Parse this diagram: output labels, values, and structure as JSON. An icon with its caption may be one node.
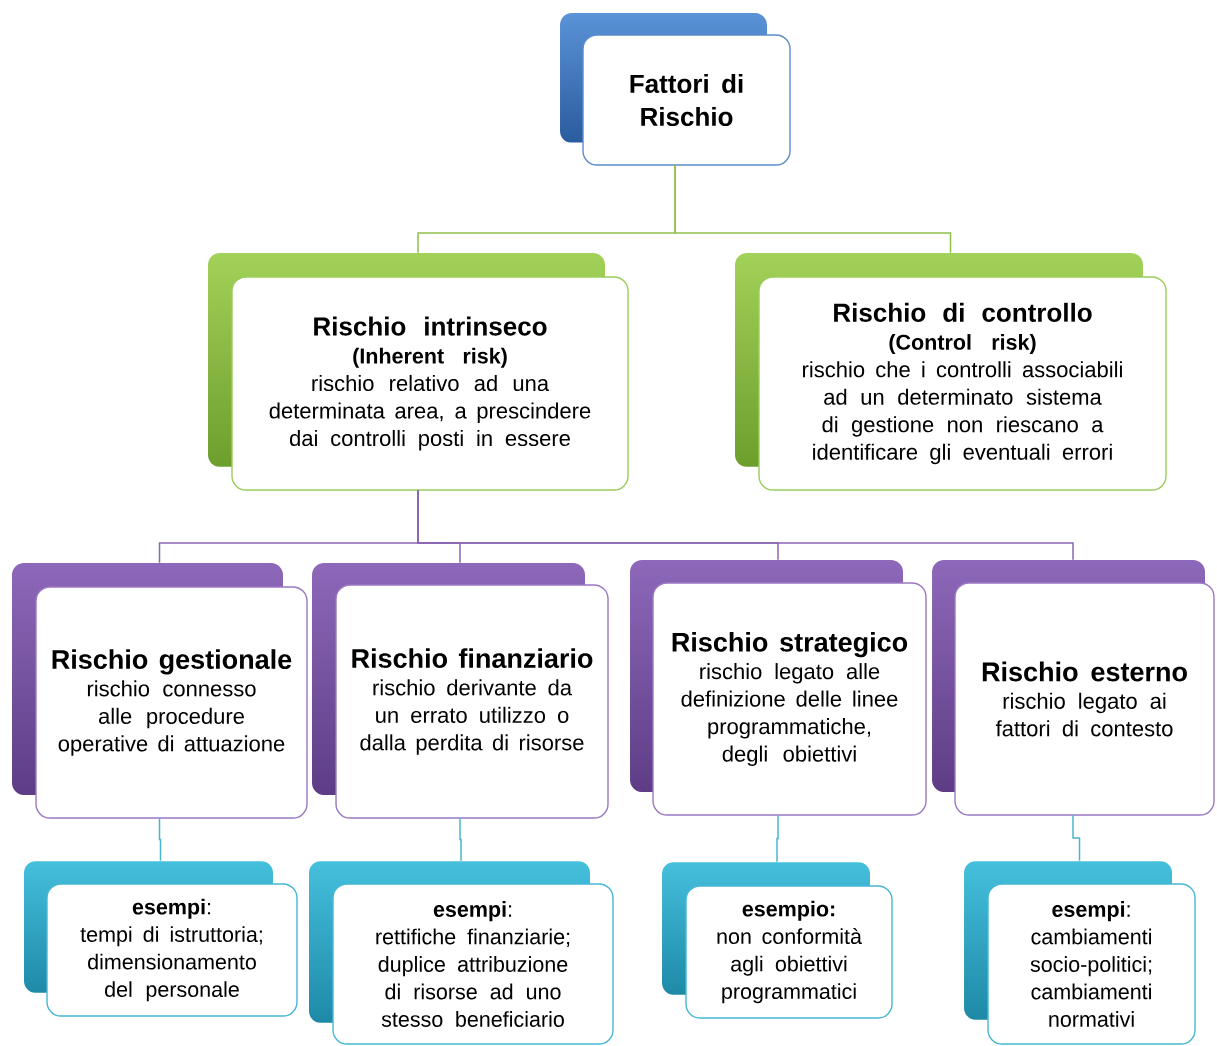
{
  "diagram": {
    "nodes": [
      {
        "text": [
          "Fattori di Rischio"
        ]
      },
      {
        "text": [
          "Rischio intrinseco",
          "(Inherent risk)",
          "rischio relativo ad una determinata area, a prescindere dai controlli posti in essere"
        ]
      },
      {
        "text": [
          "Rischio di controllo",
          "(Control risk)",
          "rischio che i controlli associabili ad un determinato sistema di gestione non riescano a identificare gli eventuali errori"
        ]
      },
      {
        "text": [
          "Rischio gestionale",
          "rischio connesso alle procedure operative di attuazione"
        ]
      },
      {
        "text": [
          "Rischio finanziario",
          "rischio derivante da un errato utilizzo o dalla perdita di risorse"
        ]
      },
      {
        "text": [
          "Rischio strategico",
          "rischio legato alle definizione delle linee programmatiche, degli obiettivi"
        ]
      },
      {
        "text": [
          "Rischio esterno",
          "rischio legato ai fattori di contesto"
        ]
      },
      {
        "text": [
          "**esempi**:",
          "tempi di istruttoria; dimensionamento del personale"
        ]
      },
      {
        "text": [
          "**esempi**:",
          "rettifiche finanziarie; duplice attribuzione di risorse ad uno stesso beneficiario"
        ]
      },
      {
        "text": [
          "**esempio:**",
          "non conformità agli obiettivi programmatici"
        ]
      },
      {
        "text": [
          "**esempi**:",
          "cambiamenti socio-politici; cambiamenti normativi"
        ]
      }
    ],
    "edges": [
      {
        "from": 0,
        "to": 1,
        "arrow": "none",
        "color": "#8fc04a"
      },
      {
        "from": 0,
        "to": 2,
        "arrow": "none",
        "color": "#8fc04a"
      },
      {
        "from": 1,
        "to": 3,
        "arrow": "none",
        "color": "#8a66b4"
      },
      {
        "from": 1,
        "to": 4,
        "arrow": "none",
        "color": "#8a66b4"
      },
      {
        "from": 1,
        "to": 5,
        "arrow": "none",
        "color": "#8a66b4"
      },
      {
        "from": 1,
        "to": 6,
        "arrow": "none",
        "color": "#8a66b4"
      },
      {
        "from": 3,
        "to": 7,
        "arrow": "none",
        "color": "#4ab5d0"
      },
      {
        "from": 4,
        "to": 8,
        "arrow": "none",
        "color": "#4ab5d0"
      },
      {
        "from": 5,
        "to": 9,
        "arrow": "none",
        "color": "#4ab5d0"
      },
      {
        "from": 6,
        "to": 10,
        "arrow": "none",
        "color": "#4ab5d0"
      }
    ]
  }
}
